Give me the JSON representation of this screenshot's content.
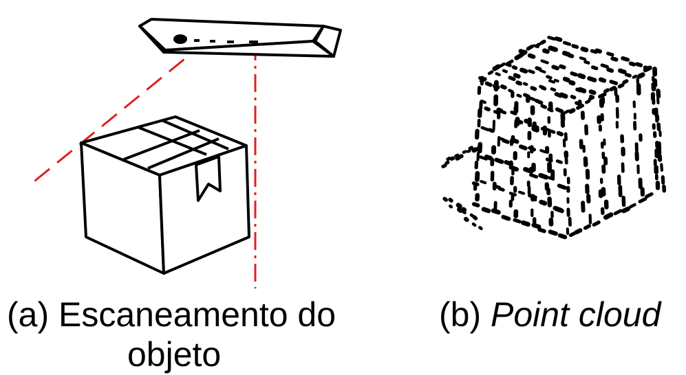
{
  "captions": {
    "scan_line1": "(a) Escaneamento do",
    "scan_line2": "objeto",
    "cloud_prefix": "(b) ",
    "cloud_italic": "Point cloud"
  },
  "colors": {
    "ink": "#000000",
    "laser": "#e0201b",
    "background": "#ffffff"
  },
  "icons": [
    "scanner-icon",
    "box-icon",
    "point-cloud-icon"
  ]
}
